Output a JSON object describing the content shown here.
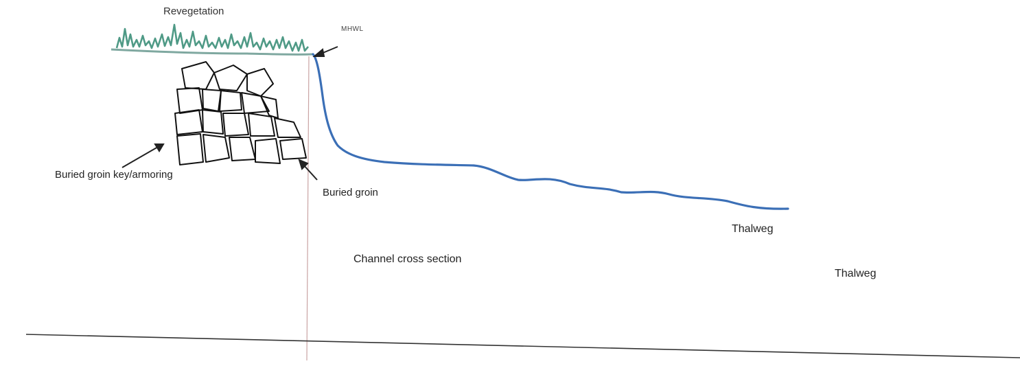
{
  "labels": {
    "revegetation": "Revegetation",
    "mhwl": "MHWL",
    "buried_groin_key": "Buried groin key/armoring",
    "buried_groin": "Buried groin",
    "thalweg_1": "Thalweg",
    "channel_cross_section": "Channel cross section",
    "thalweg_2": "Thalweg"
  },
  "colors": {
    "vegetation": "#4f9a86",
    "ground_line": "#7fa8a0",
    "channel_profile": "#3b6fb6",
    "stone_outline": "#111111",
    "arrow": "#222222",
    "baseline": "#333333",
    "divider": "#c9a3a3"
  }
}
